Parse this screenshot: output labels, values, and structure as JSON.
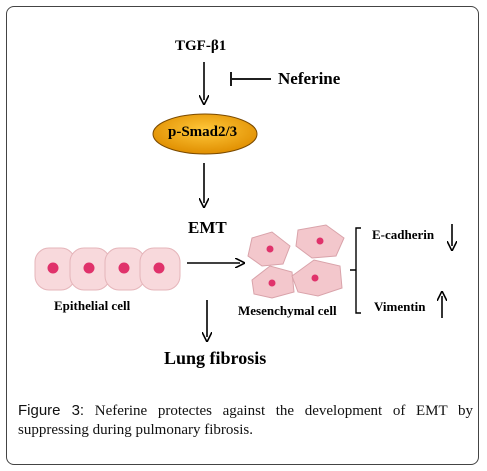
{
  "diagram": {
    "tgf_label": "TGF-β1",
    "neferine_label": "Neferine",
    "smad_label": "p-Smad2/3",
    "emt_label": "EMT",
    "epithelial_label": "Epithelial cell",
    "mesenchymal_label": "Mesenchymal cell",
    "ecadherin_label": "E-cadherin",
    "vimentin_label": "Vimentin",
    "lung_label": "Lung fibrosis",
    "colors": {
      "smad_fill": "#f0a300",
      "cell_fill": "#f8d9dc",
      "nucleus": "#e0326b",
      "mesenchymal_fill": "#f3c7cc"
    }
  },
  "caption": {
    "figure_label": "Figure 3:",
    "text": " Neferine protectes against the development of EMT by suppressing during pulmonary fibrosis."
  }
}
